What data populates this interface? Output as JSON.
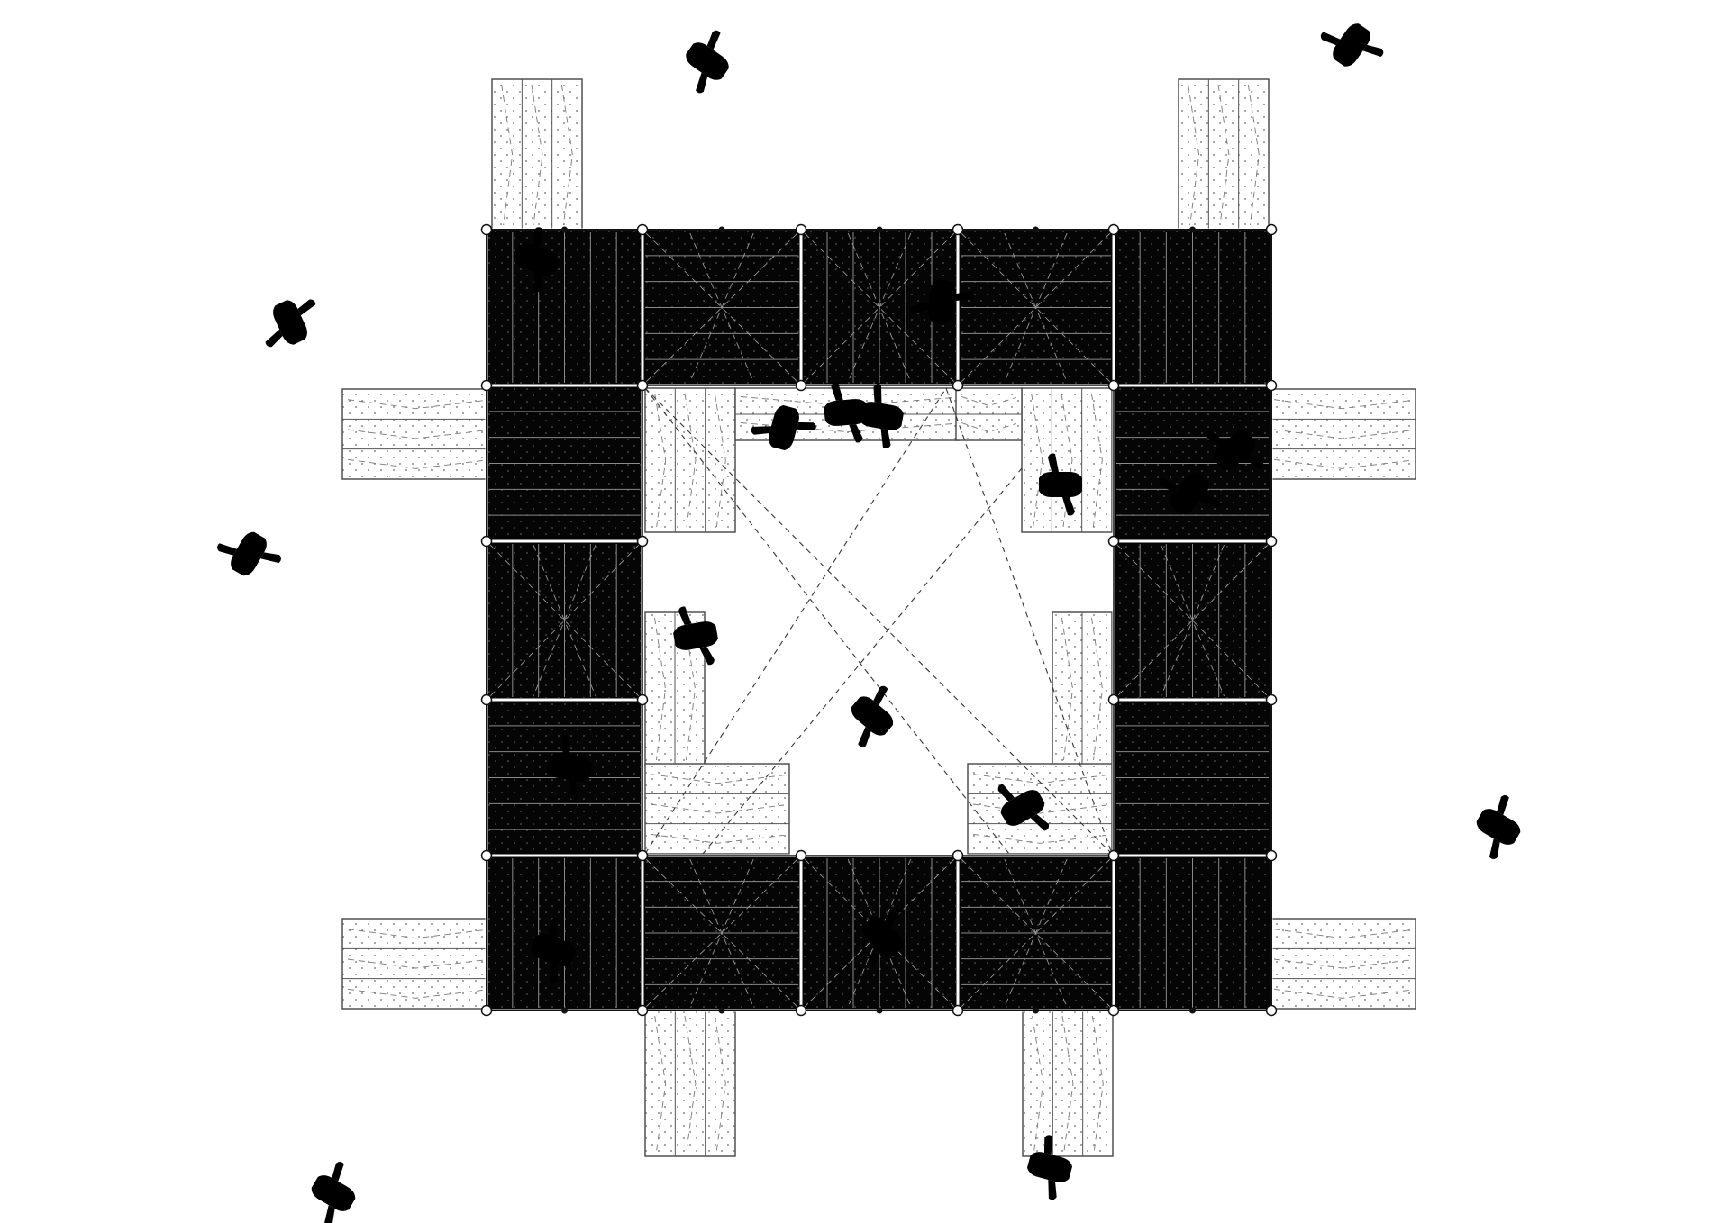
{
  "drawing": {
    "kind": "architectural top-view plan",
    "colors": {
      "background": "#ffffff",
      "deck_tile": "#050505",
      "dock_bench": "#ffffff",
      "line": "#111111"
    },
    "deck_tiles": 16,
    "dock_benches": 16,
    "figures": 21,
    "icons": [
      "person-top-view-icon",
      "joint-circle-icon"
    ]
  }
}
